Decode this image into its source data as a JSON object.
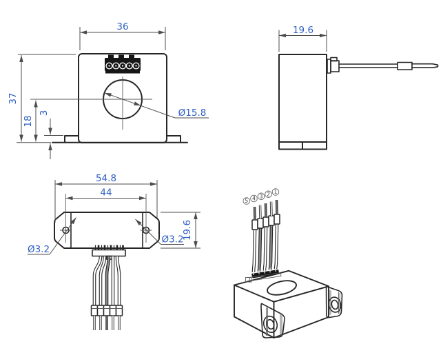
{
  "colors": {
    "background": "#ffffff",
    "drawing_line": "#262626",
    "dimension_line": "#4d4d4d",
    "dimension_text": "#2e5fc4"
  },
  "views": {
    "front": {
      "dims": {
        "width": "36",
        "height": "37",
        "hole_center_height": "18",
        "flange_height": "3",
        "hole_diameter": "Ø15.8"
      }
    },
    "side": {
      "dims": {
        "depth": "19.6"
      }
    },
    "bottom": {
      "dims": {
        "overall_width": "54.8",
        "mount_hole_spacing": "44",
        "depth": "19.6",
        "mount_hole_left": "Ø3.2",
        "mount_hole_right": "Ø3.2"
      }
    },
    "isometric": {
      "pin_labels": [
        "5",
        "4",
        "3",
        "2",
        "1"
      ]
    }
  }
}
